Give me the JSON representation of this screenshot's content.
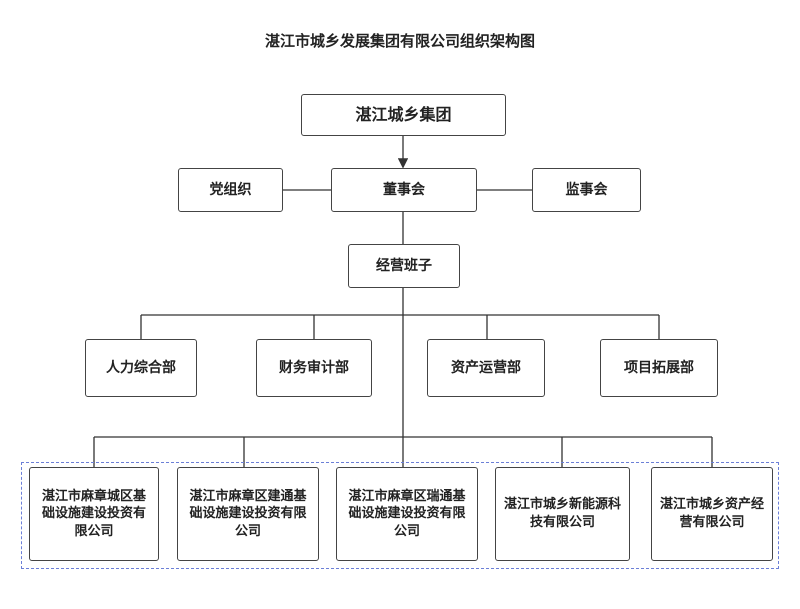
{
  "title": "湛江市城乡发展集团有限公司组织架构图",
  "top": "湛江城乡集团",
  "board_row": {
    "left": "党组织",
    "center": "董事会",
    "right": "监事会"
  },
  "management": "经营班子",
  "departments": [
    "人力综合部",
    "财务审计部",
    "资产运营部",
    "项目拓展部"
  ],
  "companies": [
    "湛江市麻章城区基础设施建设投资有限公司",
    "湛江市麻章区建通基础设施建设投资有限公司",
    "湛江市麻章区瑞通基础设施建设投资有限公司",
    "湛江市城乡新能源科技有限公司",
    "湛江市城乡资产经营有限公司"
  ]
}
